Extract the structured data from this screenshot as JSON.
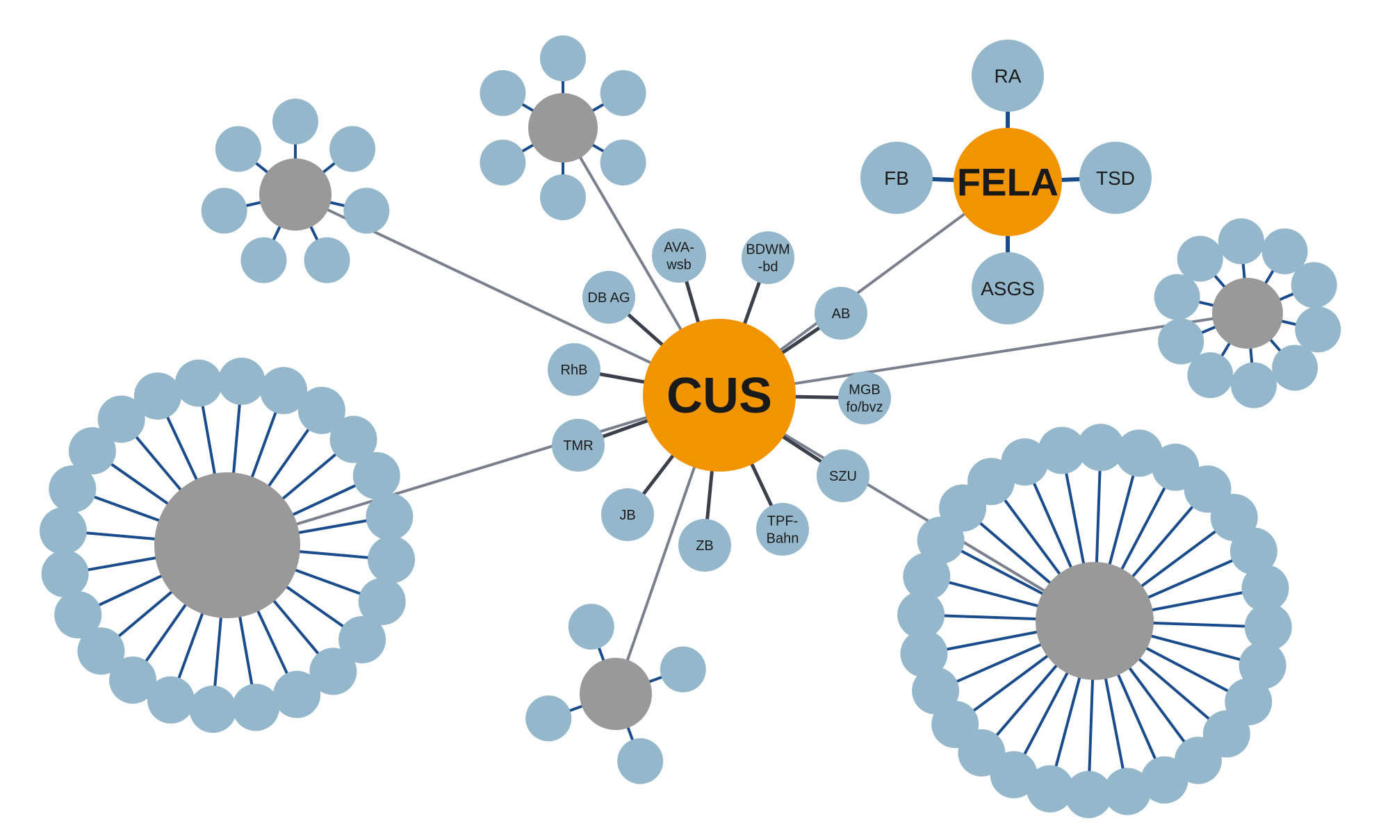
{
  "colors": {
    "hub": "#f29400",
    "cluster": "#999999",
    "leaf": "#94b7cb",
    "hub_link": "#7a7f8d",
    "cus_spoke": "#3a3f4b",
    "cluster_spoke": "#1a4c8b",
    "text": "#1a1a1a",
    "background": "#ffffff"
  },
  "hubs": {
    "cus": "CUS",
    "fela": "FELA"
  },
  "cus_members": [
    {
      "id": "rhb",
      "lines": [
        "RhB"
      ]
    },
    {
      "id": "db-ag",
      "lines": [
        "DB AG"
      ]
    },
    {
      "id": "ava-wsb",
      "lines": [
        "AVA-",
        "wsb"
      ]
    },
    {
      "id": "bdwm-bd",
      "lines": [
        "BDWM",
        "-bd"
      ]
    },
    {
      "id": "ab",
      "lines": [
        "AB"
      ]
    },
    {
      "id": "mgb-fo-bvz",
      "lines": [
        "MGB",
        "fo/bvz"
      ]
    },
    {
      "id": "szu",
      "lines": [
        "SZU"
      ]
    },
    {
      "id": "tpf-bahn",
      "lines": [
        "TPF-",
        "Bahn"
      ]
    },
    {
      "id": "zb",
      "lines": [
        "ZB"
      ]
    },
    {
      "id": "jb",
      "lines": [
        "JB"
      ]
    },
    {
      "id": "tmr",
      "lines": [
        "TMR"
      ]
    }
  ],
  "fela_members": [
    {
      "id": "ra",
      "lines": [
        "RA"
      ]
    },
    {
      "id": "tsd",
      "lines": [
        "TSD"
      ]
    },
    {
      "id": "asgs",
      "lines": [
        "ASGS"
      ]
    },
    {
      "id": "fb",
      "lines": [
        "FB"
      ]
    }
  ],
  "clusters": [
    {
      "id": "top-left",
      "leaves": 7
    },
    {
      "id": "top-middle",
      "leaves": 6
    },
    {
      "id": "right",
      "leaves": 10
    },
    {
      "id": "bottom-middle",
      "leaves": 4
    },
    {
      "id": "bottom-left",
      "leaves": 24
    },
    {
      "id": "bottom-right",
      "leaves": 28
    }
  ]
}
